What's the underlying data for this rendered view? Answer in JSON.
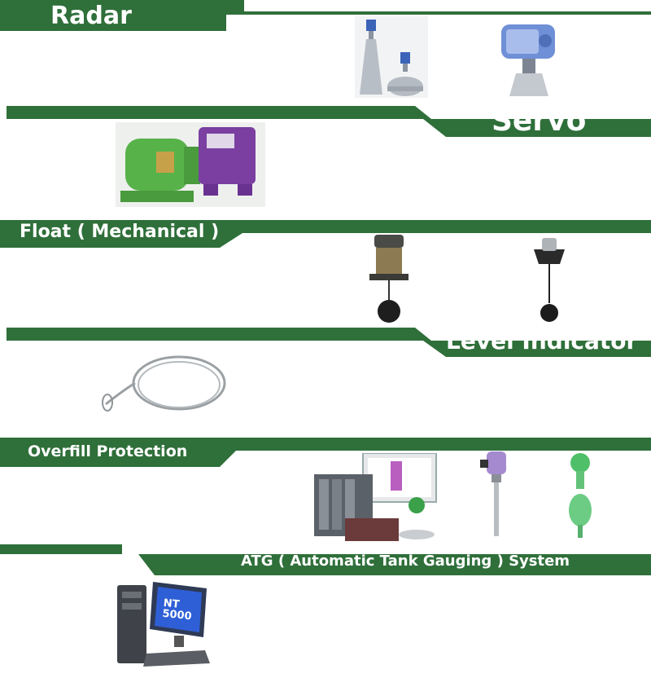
{
  "colors": {
    "band_green": "#2f6f3a",
    "band_dark": "#245c2f"
  },
  "sections": [
    {
      "title": "Radar"
    },
    {
      "title": "Servo"
    },
    {
      "title": "Float ( Mechanical )"
    },
    {
      "title": "Level Indicator"
    },
    {
      "title": "Overfill Protection"
    },
    {
      "title": "ATG ( Automatic Tank Gauging ) System"
    }
  ],
  "atg_monitor_text": "NT 5000"
}
